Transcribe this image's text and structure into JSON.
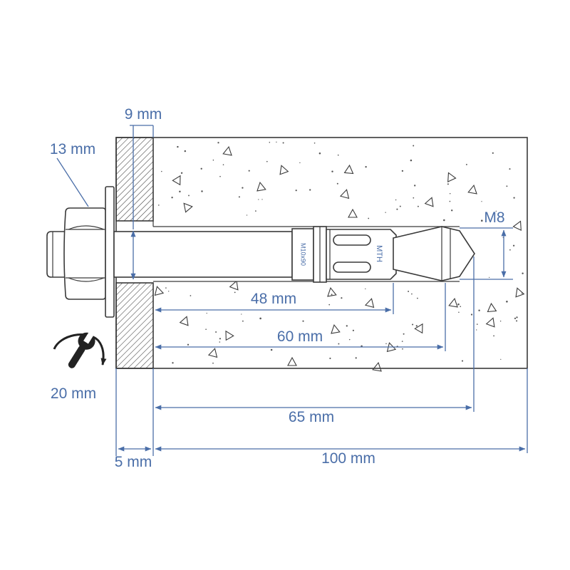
{
  "labels": {
    "dim_top": "9 mm",
    "dim_nut": "13 mm",
    "thread": "M8",
    "anchor_code": "M10x90",
    "brand": "MTH",
    "dim_48": "48 mm",
    "dim_60": "60 mm",
    "dim_wrench": "20 mm",
    "dim_65": "65 mm",
    "dim_5": "5 mm",
    "dim_100": "100 mm"
  },
  "colors": {
    "dimension": "#4a6ea8",
    "outline": "#3a3a3a"
  },
  "icons": {
    "wrench": "wrench-rotate-icon"
  }
}
